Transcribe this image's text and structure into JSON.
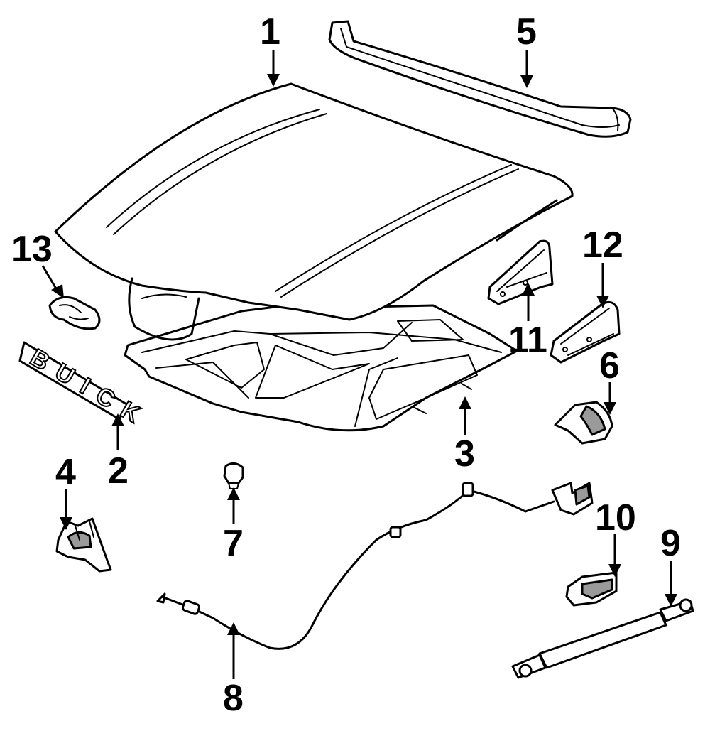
{
  "diagram": {
    "colors": {
      "ink": "#000000",
      "paper": "#ffffff",
      "shade": "#9a9a9a"
    },
    "emblem_text": "BUICK",
    "callouts": [
      {
        "id": "1",
        "part": "hood-panel"
      },
      {
        "id": "2",
        "part": "emblem"
      },
      {
        "id": "3",
        "part": "hood-insulator"
      },
      {
        "id": "4",
        "part": "hood-latch"
      },
      {
        "id": "5",
        "part": "hood-seal"
      },
      {
        "id": "6",
        "part": "bumper-bracket"
      },
      {
        "id": "7",
        "part": "bumper-plug"
      },
      {
        "id": "8",
        "part": "release-cable"
      },
      {
        "id": "9",
        "part": "support-strut"
      },
      {
        "id": "10",
        "part": "release-handle"
      },
      {
        "id": "11",
        "part": "left-hinge"
      },
      {
        "id": "12",
        "part": "right-hinge"
      },
      {
        "id": "13",
        "part": "safety-catch"
      }
    ]
  }
}
